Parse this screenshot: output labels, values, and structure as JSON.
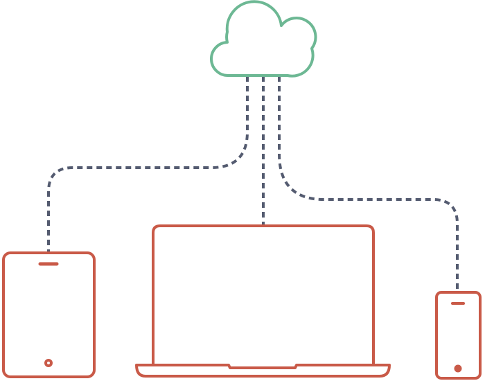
{
  "diagram": {
    "type": "cloud-sync",
    "colors": {
      "background": "#ffffff",
      "cloud": "#6db894",
      "device": "#c95a48",
      "connector": "#545b70"
    },
    "connector_style": "dashed",
    "nodes": [
      {
        "id": "cloud",
        "icon": "cloud-icon"
      },
      {
        "id": "tablet",
        "icon": "tablet-icon"
      },
      {
        "id": "laptop",
        "icon": "laptop-icon"
      },
      {
        "id": "phone",
        "icon": "smartphone-icon"
      }
    ],
    "connections": [
      {
        "from": "cloud",
        "to": "tablet"
      },
      {
        "from": "cloud",
        "to": "laptop"
      },
      {
        "from": "cloud",
        "to": "phone"
      }
    ]
  }
}
